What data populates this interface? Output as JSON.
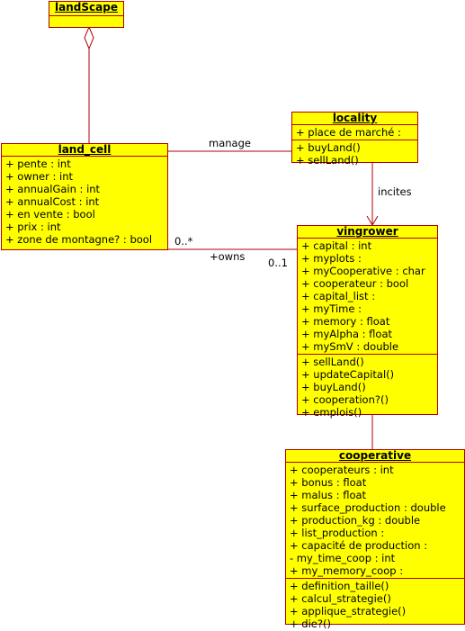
{
  "classes": {
    "landscape": {
      "name": "landScape"
    },
    "land_cell": {
      "name": "land_cell",
      "attributes": [
        "+ pente : int",
        "+ owner : int",
        "+ annualGain : int",
        "+ annualCost : int",
        "+ en vente : bool",
        "+ prix : int",
        "+ zone de montagne? : bool"
      ]
    },
    "locality": {
      "name": "locality",
      "attributes": [
        "+ place de marché :"
      ],
      "operations": [
        "+ buyLand()",
        "+ sellLand()"
      ]
    },
    "vingrower": {
      "name": "vingrower",
      "attributes": [
        "+ capital : int",
        "+ myplots :",
        "+ myCooperative : char",
        "+ cooperateur : bool",
        "+ capital_list :",
        "+ myTime :",
        "+ memory : float",
        "+ myAlpha : float",
        "+ mySmV : double"
      ],
      "operations": [
        "+ sellLand()",
        "+ updateCapital()",
        "+ buyLand()",
        "+ cooperation?()",
        "+ emplois()"
      ]
    },
    "cooperative": {
      "name": "cooperative",
      "attributes": [
        "+ cooperateurs : int",
        "+ bonus : float",
        "+ malus : float",
        "+ surface_production : double",
        "+ production_kg : double",
        "+ list_production :",
        "+ capacité de production :",
        "- my_time_coop : int",
        "+ my_memory_coop :"
      ],
      "operations": [
        "+ definition_taille()",
        "+ calcul_strategie()",
        "+ applique_strategie()",
        "+ die?()"
      ]
    }
  },
  "relations": {
    "manage": "manage",
    "incites": "incites",
    "owns_role": "+owns",
    "mult_land": "0..*",
    "mult_vin": "0..1"
  },
  "colors": {
    "fill": "#ffff00",
    "border": "#b00000",
    "line": "#b00000"
  }
}
